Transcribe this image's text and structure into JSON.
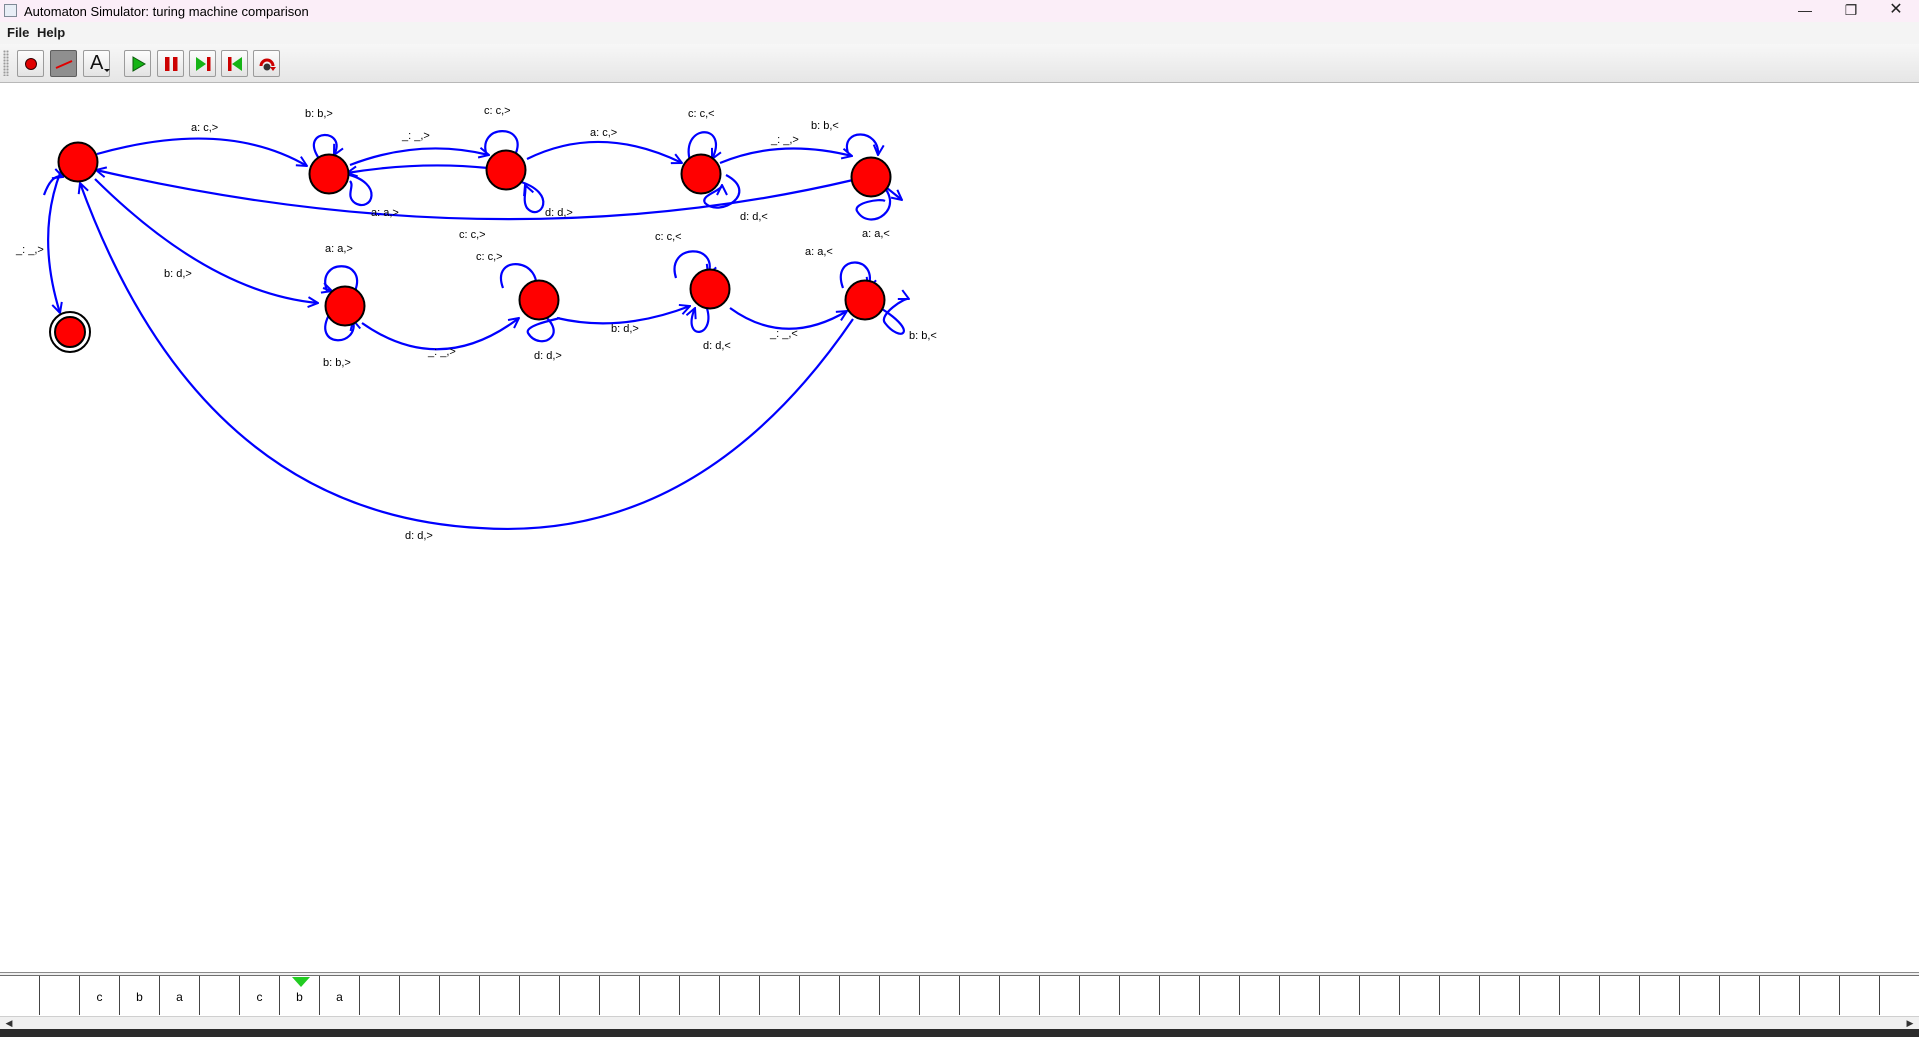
{
  "window": {
    "title": "Automaton Simulator: turing machine comparison",
    "controls": [
      "minimize",
      "maximize",
      "close"
    ]
  },
  "menu": [
    "File",
    "Help"
  ],
  "toolbar": {
    "buttons": [
      {
        "icon": "add-state-icon",
        "active": false
      },
      {
        "icon": "add-transition-icon",
        "active": true
      },
      {
        "icon": "text-tool-icon",
        "active": false
      },
      {
        "icon": "play-icon",
        "active": false
      },
      {
        "icon": "pause-icon",
        "active": false
      },
      {
        "icon": "step-forward-icon",
        "active": false
      },
      {
        "icon": "step-back-icon",
        "active": false
      },
      {
        "icon": "reset-icon",
        "active": false
      }
    ],
    "text_tool_glyph": "A"
  },
  "automaton": {
    "state_color": "#ff0000",
    "edge_color": "#0000ff",
    "states": [
      {
        "id": "q0",
        "accepting": false
      },
      {
        "id": "qf",
        "accepting": true
      },
      {
        "id": "t1",
        "accepting": false
      },
      {
        "id": "t2",
        "accepting": false
      },
      {
        "id": "t3",
        "accepting": false
      },
      {
        "id": "t4",
        "accepting": false
      },
      {
        "id": "b1",
        "accepting": false
      },
      {
        "id": "b2",
        "accepting": false
      },
      {
        "id": "b3",
        "accepting": false
      },
      {
        "id": "b4",
        "accepting": false
      }
    ],
    "transitions": [
      {
        "from": "q0",
        "to": "t1",
        "label": "a: c,>"
      },
      {
        "from": "t1",
        "to": "t1",
        "label": "b: b,>"
      },
      {
        "from": "t1",
        "to": "t2",
        "label": "_: _,>"
      },
      {
        "from": "t2",
        "to": "t1",
        "label": "a: a,>"
      },
      {
        "from": "t2",
        "to": "t2",
        "label": "c: c,>"
      },
      {
        "from": "t2",
        "to": "t2",
        "label": "d: d,>"
      },
      {
        "from": "t2",
        "to": "t3",
        "label": "a: c,>"
      },
      {
        "from": "t3",
        "to": "t3",
        "label": "c: c,<"
      },
      {
        "from": "t3",
        "to": "t3",
        "label": "d: d,<"
      },
      {
        "from": "t3",
        "to": "t4",
        "label": "_: _,>"
      },
      {
        "from": "t4",
        "to": "t4",
        "label": "b: b,<"
      },
      {
        "from": "t4",
        "to": "t4",
        "label": "a: a,<"
      },
      {
        "from": "t4",
        "to": "q0",
        "label": "c: c,>"
      },
      {
        "from": "q0",
        "to": "qf",
        "label": "_: _,>"
      },
      {
        "from": "q0",
        "to": "b1",
        "label": "b: d,>"
      },
      {
        "from": "b1",
        "to": "b1",
        "label": "a: a,>"
      },
      {
        "from": "b1",
        "to": "b1",
        "label": "b: b,>"
      },
      {
        "from": "b1",
        "to": "b2",
        "label": "_: _,>"
      },
      {
        "from": "b2",
        "to": "b2",
        "label": "c: c,>"
      },
      {
        "from": "b2",
        "to": "b2",
        "label": "d: d,>"
      },
      {
        "from": "b2",
        "to": "b3",
        "label": "b: d,>"
      },
      {
        "from": "b3",
        "to": "b3",
        "label": "c: c,<"
      },
      {
        "from": "b3",
        "to": "b3",
        "label": "d: d,<"
      },
      {
        "from": "b3",
        "to": "b4",
        "label": "_: _,<"
      },
      {
        "from": "b4",
        "to": "b4",
        "label": "a: a,<"
      },
      {
        "from": "b4",
        "to": "b4",
        "label": "b: b,<"
      },
      {
        "from": "b4",
        "to": "q0",
        "label": "d: d,>"
      }
    ]
  },
  "tape": {
    "cells": [
      "",
      "",
      "c",
      "b",
      "a",
      "",
      "c",
      "b",
      "a",
      "",
      "",
      "",
      "",
      "",
      "",
      "",
      "",
      "",
      "",
      "",
      "",
      "",
      "",
      "",
      "",
      "",
      "",
      "",
      "",
      "",
      "",
      "",
      "",
      "",
      "",
      "",
      "",
      "",
      "",
      "",
      "",
      "",
      "",
      "",
      "",
      "",
      "",
      ""
    ],
    "head_index": 7,
    "head_color": "#22cc22"
  },
  "scrollbar": {
    "left_icon": "scroll-left-icon",
    "right_icon": "scroll-right-icon"
  }
}
